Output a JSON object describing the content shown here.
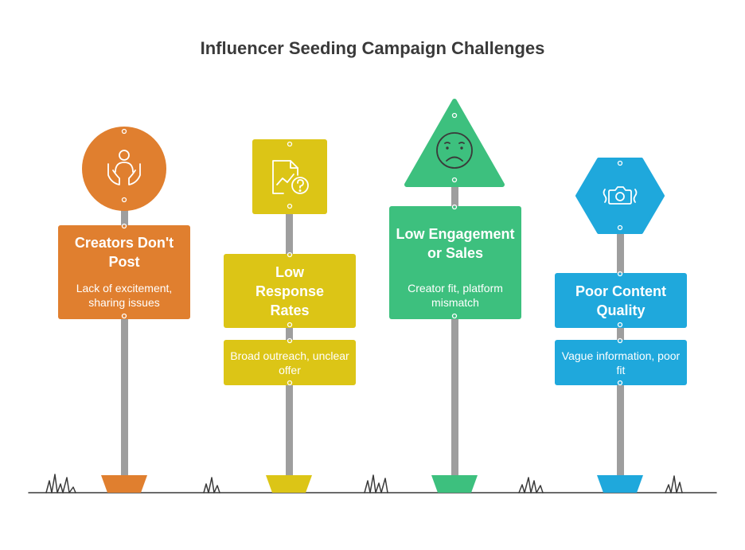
{
  "title": "Influencer Seeding Campaign Challenges",
  "colors": {
    "orange": "#E07F2F",
    "yellow": "#DCC516",
    "green": "#3DC07E",
    "blue": "#1FA8DC",
    "pole": "#9E9E9E",
    "ground": "#3a3a3a"
  },
  "signs": [
    {
      "id": "creators",
      "heading": "Creators Don't Post",
      "description": "Lack of excitement, sharing issues",
      "icon": "user-hands-icon",
      "color": "#E07F2F"
    },
    {
      "id": "response",
      "heading": "Low Response Rates",
      "description": "Broad outreach, unclear offer",
      "icon": "chart-question-icon",
      "color": "#DCC516"
    },
    {
      "id": "engagement",
      "heading": "Low Engagement or Sales",
      "description": "Creator fit, platform mismatch",
      "icon": "sad-face-icon",
      "color": "#3DC07E"
    },
    {
      "id": "quality",
      "heading": "Poor Content Quality",
      "description": "Vague information, poor fit",
      "icon": "camera-vibrate-icon",
      "color": "#1FA8DC"
    }
  ]
}
